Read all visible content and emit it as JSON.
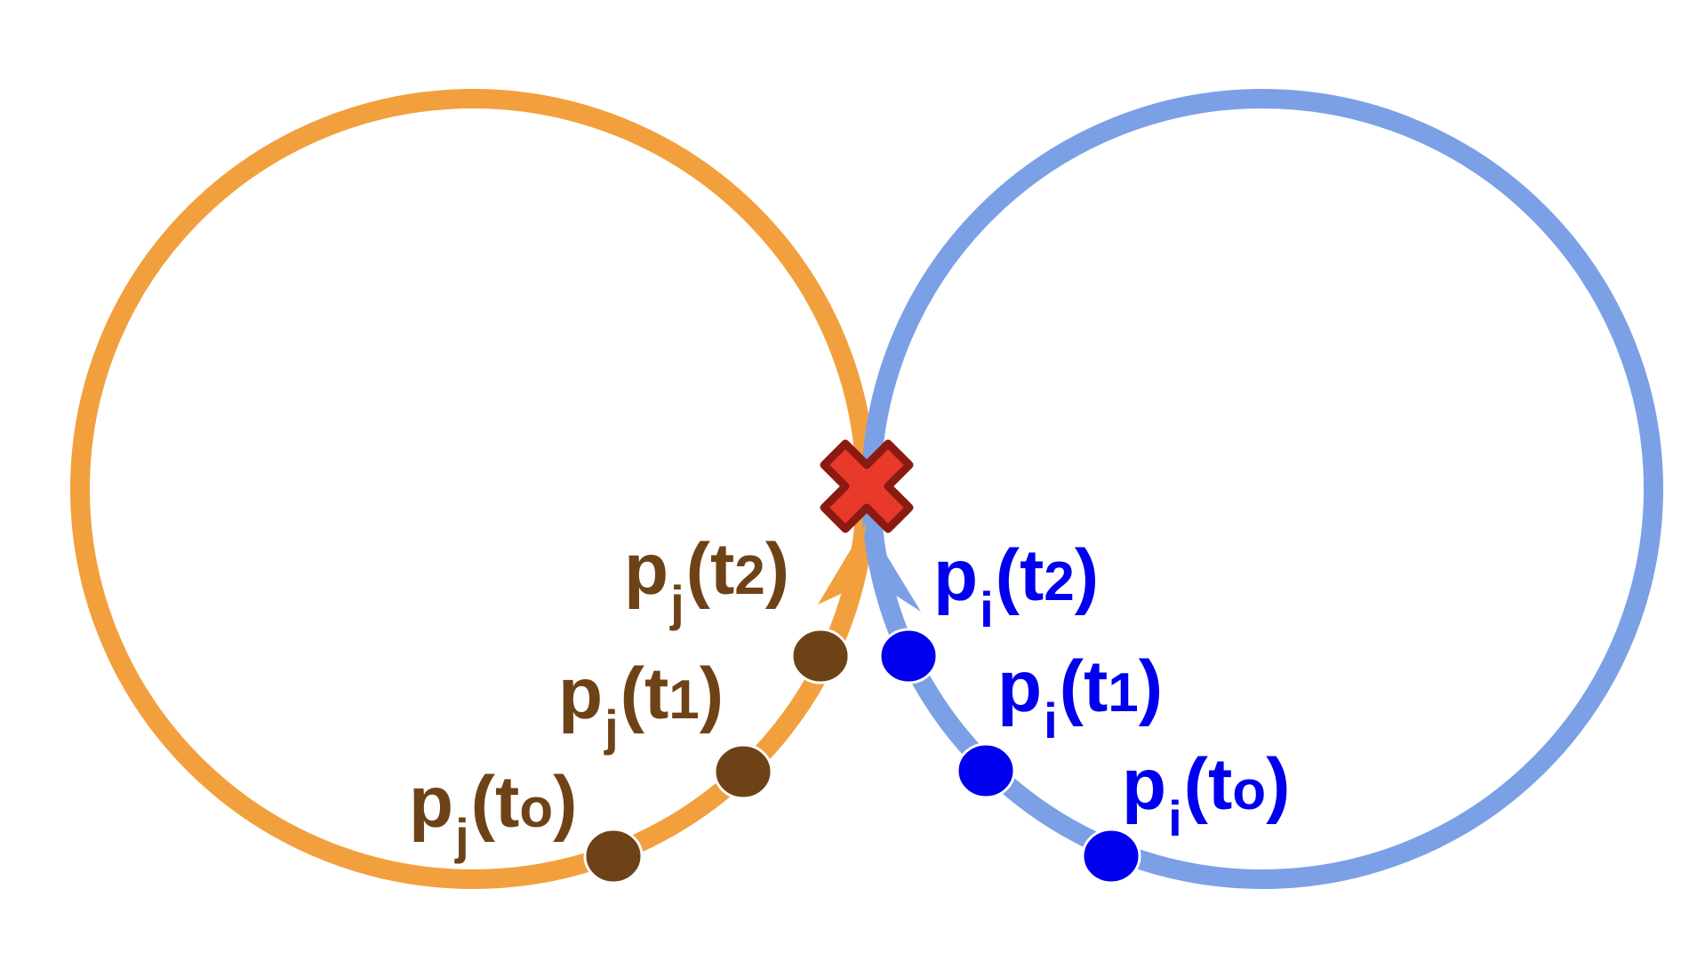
{
  "colors": {
    "orange_path": "#F2A03D",
    "blue_path": "#7BA0E6",
    "brown_point": "#6E4217",
    "blue_point": "#0000EE",
    "collision_fill": "#E8392A",
    "collision_stroke": "#8B1A12"
  },
  "icons": {
    "collision": "collision-x-icon"
  },
  "labels": {
    "j": [
      {
        "p": "p",
        "sub": "j",
        "open": "(",
        "t": "t",
        "tsub": "o",
        "close": ")"
      },
      {
        "p": "p",
        "sub": "j",
        "open": "(",
        "t": "t",
        "tsub": "1",
        "close": ")"
      },
      {
        "p": "p",
        "sub": "j",
        "open": "(",
        "t": "t",
        "tsub": "2",
        "close": ")"
      }
    ],
    "i": [
      {
        "p": "p",
        "sub": "i",
        "open": "(",
        "t": "t",
        "tsub": "o",
        "close": ")"
      },
      {
        "p": "p",
        "sub": "i",
        "open": "(",
        "t": "t",
        "tsub": "1",
        "close": ")"
      },
      {
        "p": "p",
        "sub": "i",
        "open": "(",
        "t": "t",
        "tsub": "2",
        "close": ")"
      }
    ]
  }
}
